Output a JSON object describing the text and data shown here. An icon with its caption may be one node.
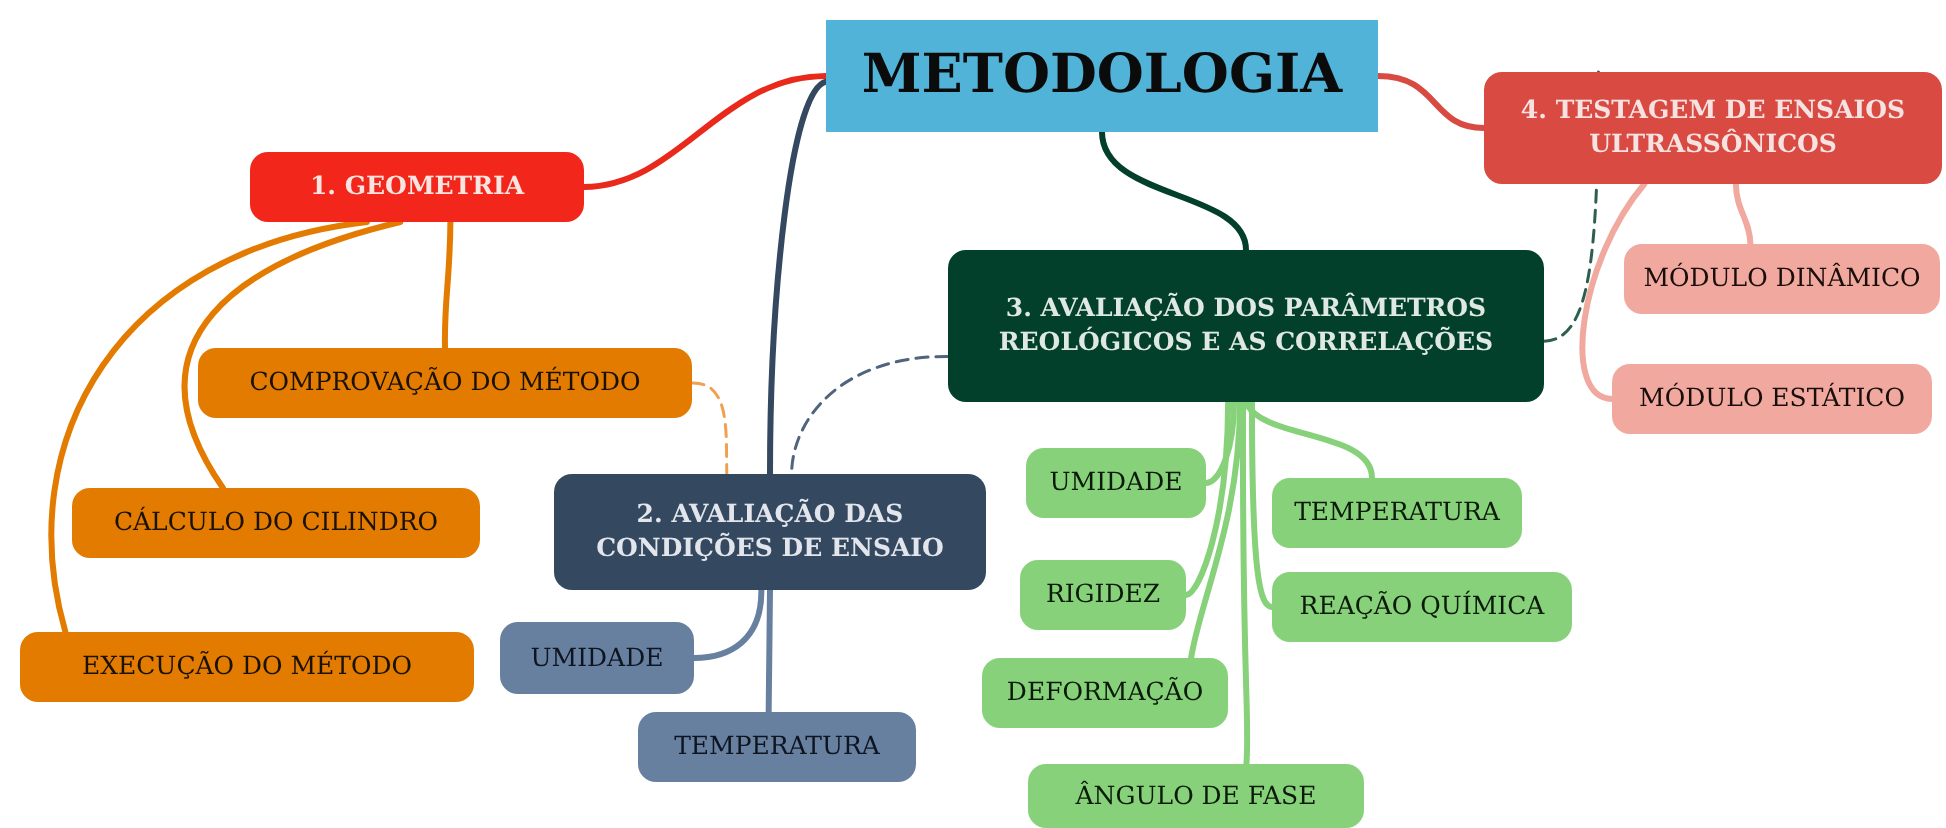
{
  "diagram": {
    "nodes": [
      {
        "text": [
          "METODOLOGIA"
        ]
      },
      {
        "text": [
          "1. GEOMETRIA"
        ]
      },
      {
        "text": [
          "COMPROVAÇÃO DO MÉTODO"
        ]
      },
      {
        "text": [
          "CÁLCULO DO CILINDRO"
        ]
      },
      {
        "text": [
          "EXECUÇÃO DO MÉTODO"
        ]
      },
      {
        "text": [
          "2. AVALIAÇÃO DAS CONDIÇÕES DE ENSAIO"
        ]
      },
      {
        "text": [
          "UMIDADE"
        ]
      },
      {
        "text": [
          "TEMPERATURA"
        ]
      },
      {
        "text": [
          "3. AVALIAÇÃO DOS PARÂMETROS REOLÓGICOS E AS CORRELAÇÕES"
        ]
      },
      {
        "text": [
          "UMIDADE"
        ]
      },
      {
        "text": [
          "TEMPERATURA"
        ]
      },
      {
        "text": [
          "RIGIDEZ"
        ]
      },
      {
        "text": [
          "REAÇÃO QUÍMICA"
        ]
      },
      {
        "text": [
          "DEFORMAÇÃO"
        ]
      },
      {
        "text": [
          "ÂNGULO DE FASE"
        ]
      },
      {
        "text": [
          "4. TESTAGEM DE ENSAIOS ULTRASSÔNICOS"
        ]
      },
      {
        "text": [
          "MÓDULO DINÂMICO"
        ]
      },
      {
        "text": [
          "MÓDULO ESTÁTICO"
        ]
      }
    ],
    "edges": [
      {
        "from": 0,
        "to": 1,
        "arrow": "none",
        "color": "#e8291c"
      },
      {
        "from": 0,
        "to": 5,
        "arrow": "none",
        "color": "#344860"
      },
      {
        "from": 0,
        "to": 8,
        "arrow": "none",
        "color": "#02402c"
      },
      {
        "from": 0,
        "to": 15,
        "arrow": "none",
        "color": "#d84a42"
      },
      {
        "from": 1,
        "to": 2,
        "arrow": "none",
        "color": "#e27b00"
      },
      {
        "from": 1,
        "to": 3,
        "arrow": "none",
        "color": "#e27b00"
      },
      {
        "from": 1,
        "to": 4,
        "arrow": "none",
        "color": "#e27b00"
      },
      {
        "from": 5,
        "to": 6,
        "arrow": "none",
        "color": "#6880a0"
      },
      {
        "from": 5,
        "to": 7,
        "arrow": "none",
        "color": "#6880a0"
      },
      {
        "from": 8,
        "to": 9,
        "arrow": "none",
        "color": "#86d17a"
      },
      {
        "from": 8,
        "to": 10,
        "arrow": "none",
        "color": "#86d17a"
      },
      {
        "from": 8,
        "to": 11,
        "arrow": "none",
        "color": "#86d17a"
      },
      {
        "from": 8,
        "to": 12,
        "arrow": "none",
        "color": "#86d17a"
      },
      {
        "from": 8,
        "to": 13,
        "arrow": "none",
        "color": "#86d17a"
      },
      {
        "from": 8,
        "to": 14,
        "arrow": "none",
        "color": "#86d17a"
      },
      {
        "from": 15,
        "to": 16,
        "arrow": "none",
        "color": "#f1a99f"
      },
      {
        "from": 15,
        "to": 17,
        "arrow": "none",
        "color": "#f1a99f"
      },
      {
        "from": 2,
        "to": 5,
        "arrow": "none",
        "style": "dashed",
        "color": "#f0a050"
      },
      {
        "from": 8,
        "to": 5,
        "arrow": "none",
        "style": "dashed",
        "color": "#50647e"
      },
      {
        "from": 8,
        "to": 15,
        "arrow": "none",
        "style": "dashed",
        "color": "#2e5e4e"
      }
    ]
  }
}
